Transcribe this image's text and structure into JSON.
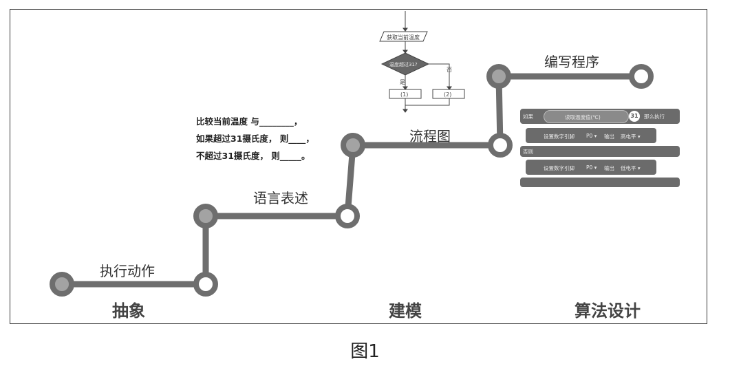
{
  "steps": {
    "action": "执行动作",
    "language": "语言表述",
    "flowchart": "流程图",
    "programming": "编写程序"
  },
  "description": {
    "line1": "比较当前温度 与________，",
    "line2": "如果超过31摄氏度，  则____，",
    "line3": "不超过31摄氏度，  则_____。"
  },
  "flowchart": {
    "get_temp": "获取当前温度",
    "decision": "温度超过31?",
    "yes": "是",
    "no": "否",
    "box1": "(1)",
    "box2": "(2)"
  },
  "code_blocks": {
    "if_label": "如果",
    "sensor": "读取温度值(℃)",
    "compare_value": "31",
    "then_label": "那么执行",
    "set_pin_1": "设置数字引脚",
    "pin_1": "P0 ▾",
    "output_1": "输出",
    "level_1": "高电平 ▾",
    "else_label": "否则",
    "set_pin_2": "设置数字引脚",
    "pin_2": "P0 ▾",
    "output_2": "输出",
    "level_2": "低电平 ▾"
  },
  "bottom_labels": {
    "abstraction": "抽象",
    "modeling": "建模",
    "algorithm": "算法设计"
  },
  "caption": "图1",
  "colors": {
    "line": "#6e6e6e",
    "node_filled": "#a3a3a3",
    "node_hollow": "#ffffff",
    "decision_fill": "#666666",
    "block_fill": "#6b6b6b"
  }
}
